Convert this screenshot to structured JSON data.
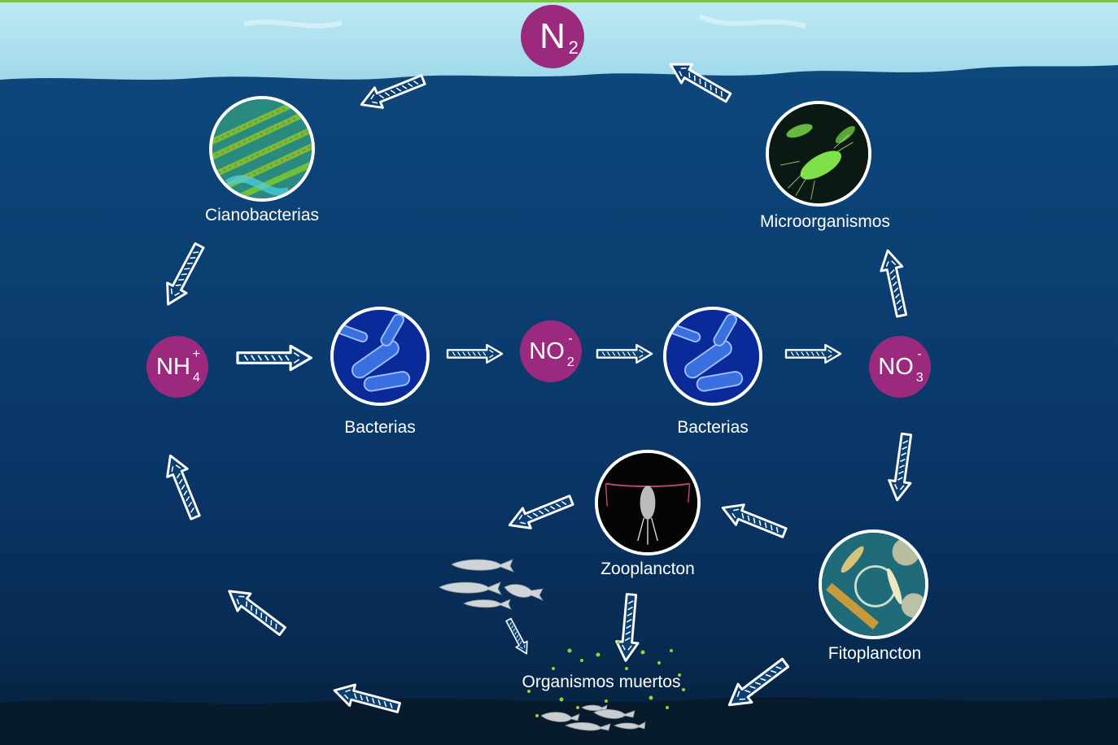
{
  "colors": {
    "chem_circle": "#9b2a7e",
    "sky": "#a9dfee",
    "water": "#0b3f72",
    "arrow": "#ffffff"
  },
  "chemicals": {
    "n2": {
      "base": "N",
      "sub": "2",
      "sup": ""
    },
    "nh4": {
      "base": "NH",
      "sub": "4",
      "sup": "+"
    },
    "no2": {
      "base": "NO",
      "sub": "2",
      "sup": "-"
    },
    "no3": {
      "base": "NO",
      "sub": "3",
      "sup": "-"
    }
  },
  "nodes": {
    "cianobacterias": {
      "label": "Cianobacterias",
      "image": "cyanobacteria-filaments"
    },
    "bacterias_1": {
      "label": "Bacterias",
      "image": "bacteria-rods"
    },
    "bacterias_2": {
      "label": "Bacterias",
      "image": "bacteria-rods"
    },
    "microorganismos": {
      "label": "Microorganismos",
      "image": "green-flagellated-bacteria"
    },
    "zooplancton": {
      "label": "Zooplancton",
      "image": "copepod"
    },
    "fitoplancton": {
      "label": "Fitoplancton",
      "image": "diatoms"
    },
    "organismos_muertos": {
      "label": "Organismos muertos",
      "image": "dead-fish"
    }
  }
}
